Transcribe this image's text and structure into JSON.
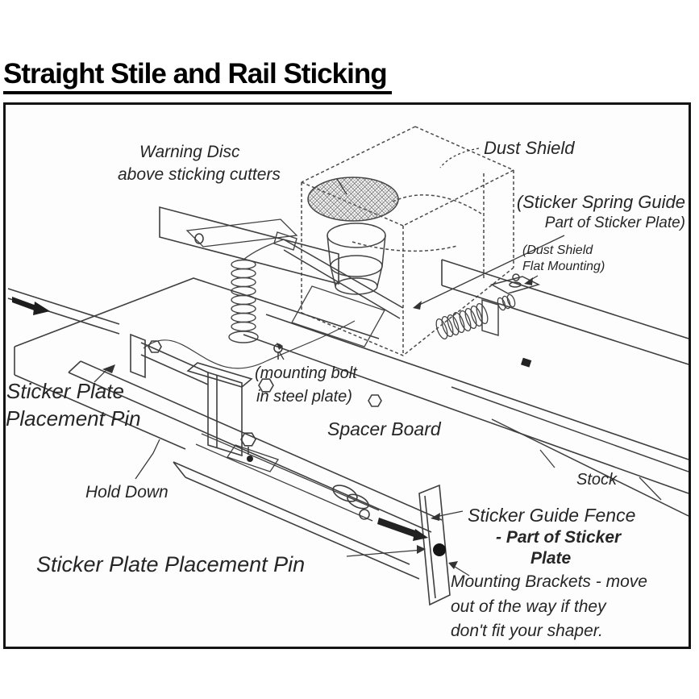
{
  "page": {
    "title": "Straight Stile and Rail Sticking"
  },
  "diagram_description": "Isometric line drawing of a shaper sticker-plate setup for straight stile and rail sticking",
  "labels": {
    "warning_disc_1": "Warning Disc",
    "warning_disc_2": "above sticking cutters",
    "dust_shield": "Dust Shield",
    "spring_guide_1": "(Sticker Spring Guide",
    "spring_guide_2": "Part of Sticker Plate)",
    "flat_mount_1": "(Dust Shield",
    "flat_mount_2": "Flat Mounting)",
    "pin_left_1": "Sticker Plate",
    "pin_left_2": "Placement Pin",
    "mounting_bolt_1": "(mounting bolt",
    "mounting_bolt_2": "in steel plate)",
    "spacer_board": "Spacer Board",
    "hold_down": "Hold Down",
    "stock": "Stock",
    "guide_fence": "Sticker Guide Fence",
    "guide_fence_b1": "- Part of Sticker",
    "guide_fence_b2": "Plate",
    "pin_bottom": "Sticker Plate Placement Pin",
    "brackets_1": "Mounting Brackets - move",
    "brackets_2": "out of the way if they",
    "brackets_3": "don't fit your shaper."
  },
  "colors": {
    "ink": "#262626",
    "line": "#3f3f3f",
    "pin_fill": "#151515",
    "border": "#141414"
  }
}
